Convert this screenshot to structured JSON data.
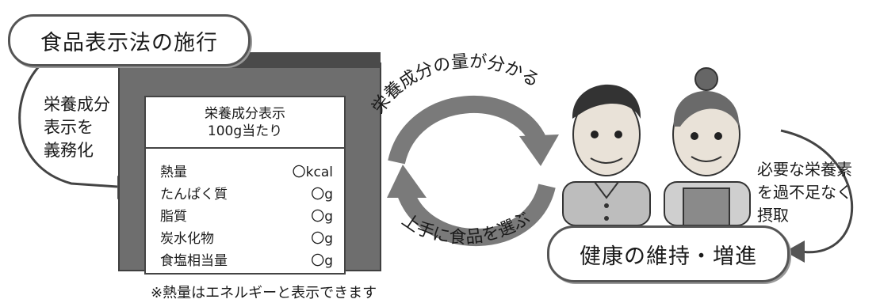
{
  "title_pill": "食品表示法の施行",
  "left_text": "栄養成分\n表示を\n義務化",
  "label_header": {
    "line1": "栄養成分表示",
    "line2": "100g当たり"
  },
  "nutrients": [
    {
      "name": "熱量",
      "value": "〇kcal"
    },
    {
      "name": "たんぱく質",
      "value": "〇g"
    },
    {
      "name": "脂質",
      "value": "〇g"
    },
    {
      "name": "炭水化物",
      "value": "〇g"
    },
    {
      "name": "食塩相当量",
      "value": "〇g"
    }
  ],
  "footnote": "※熱量はエネルギーと表示できます",
  "top_arrow_text": "栄養成分の量が分かる",
  "bottom_arrow_text": "上手に食品を選ぶ",
  "right_text": "必要な栄養素\nを過不足なく\n摂取",
  "bottom_pill": "健康の維持・増進",
  "colors": {
    "box_dark": "#6e6e6e",
    "box_darker": "#3f3f3f",
    "arrow_gray": "#7a7a7a",
    "outline": "#444444"
  }
}
